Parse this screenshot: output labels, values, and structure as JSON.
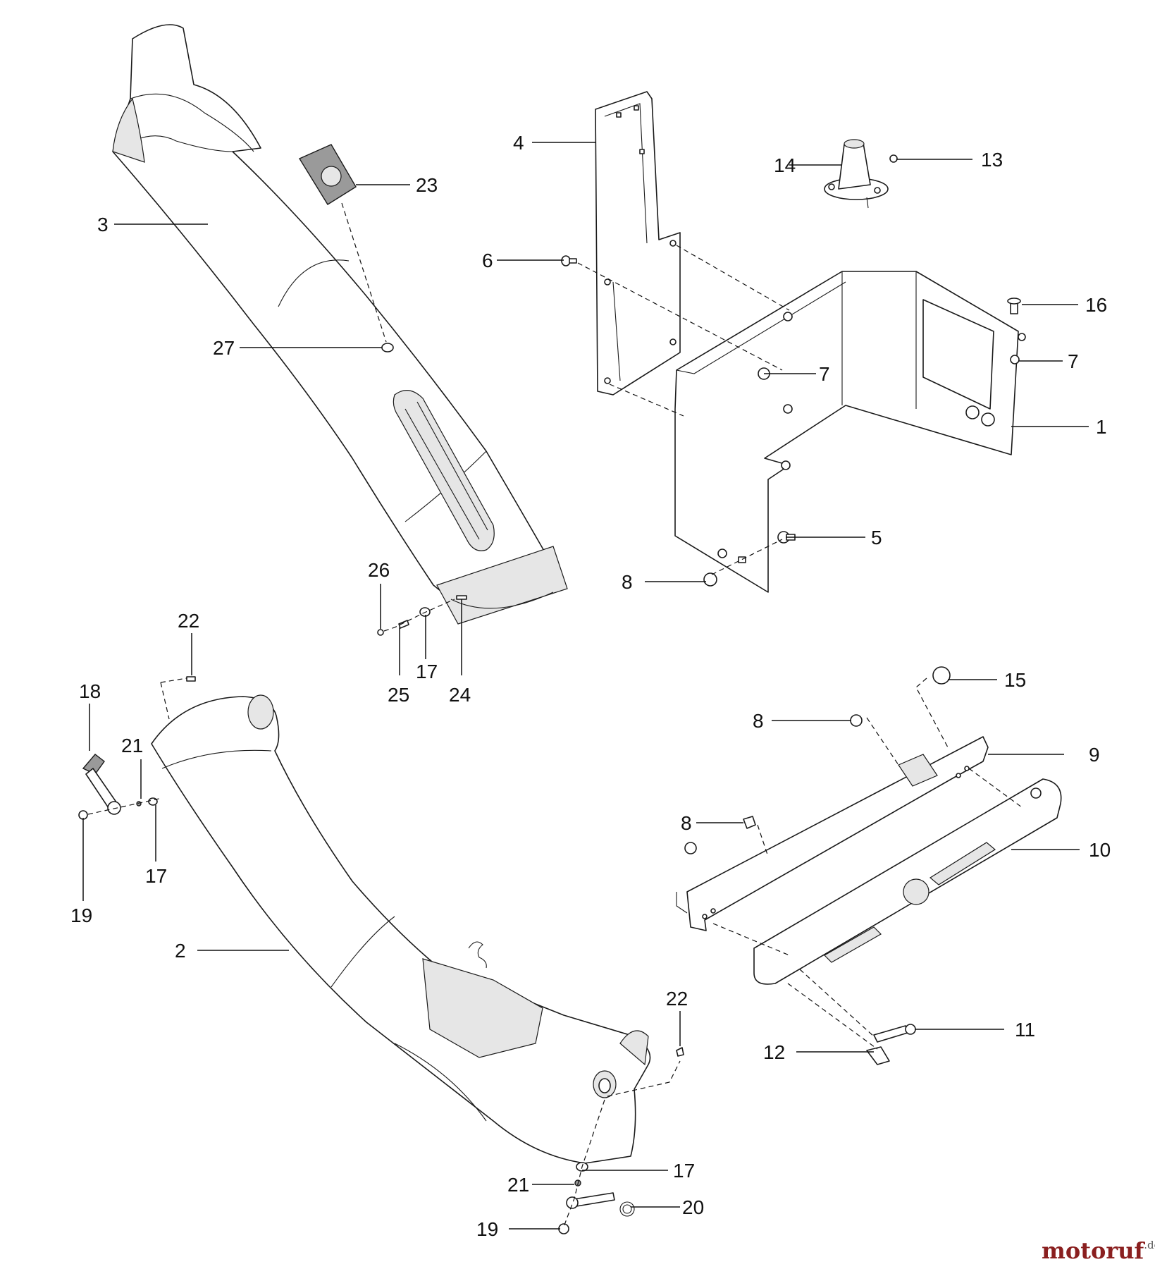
{
  "callouts": {
    "c1": "1",
    "c2": "2",
    "c3": "3",
    "c4": "4",
    "c5": "5",
    "c6": "6",
    "c7a": "7",
    "c7b": "7",
    "c8a": "8",
    "c8b": "8",
    "c8c": "8",
    "c9": "9",
    "c10": "10",
    "c11": "11",
    "c12": "12",
    "c13": "13",
    "c14": "14",
    "c15": "15",
    "c16": "16",
    "c17a": "17",
    "c17b": "17",
    "c17c": "17",
    "c18": "18",
    "c19a": "19",
    "c19b": "19",
    "c20": "20",
    "c21a": "21",
    "c21b": "21",
    "c22a": "22",
    "c22b": "22",
    "c23": "23",
    "c24": "24",
    "c25": "25",
    "c26": "26",
    "c27": "27"
  },
  "watermark": {
    "brand": "motoruf",
    "tld": ".de"
  },
  "colors": {
    "line": "#1a1a1a",
    "brand": "#8a1f1f",
    "tld": "#555555"
  }
}
